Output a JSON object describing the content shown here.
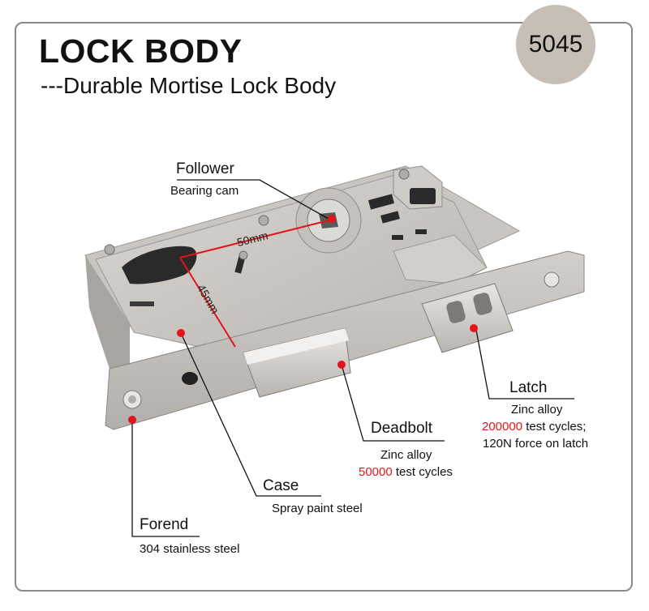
{
  "header": {
    "title": "LOCK BODY",
    "subtitle": "---Durable Mortise Lock Body",
    "model_badge": "5045"
  },
  "dimensions": {
    "backset": "50mm",
    "height": "45mm"
  },
  "callouts": {
    "follower": {
      "label": "Follower",
      "desc": "Bearing cam"
    },
    "latch": {
      "label": "Latch",
      "desc": "Zinc alloy",
      "cycles_value": "200000",
      "cycles_text": " test cycles;",
      "force": "120N force on latch"
    },
    "deadbolt": {
      "label": "Deadbolt",
      "desc": "Zinc alloy",
      "cycles_value": "50000",
      "cycles_text": " test cycles"
    },
    "case": {
      "label": "Case",
      "desc": "Spray paint steel"
    },
    "forend": {
      "label": "Forend",
      "desc": "304 stainless steel"
    }
  },
  "colors": {
    "accent": "#e3141b",
    "badge": "#c7bfb5",
    "frame": "#8a8a8a"
  }
}
